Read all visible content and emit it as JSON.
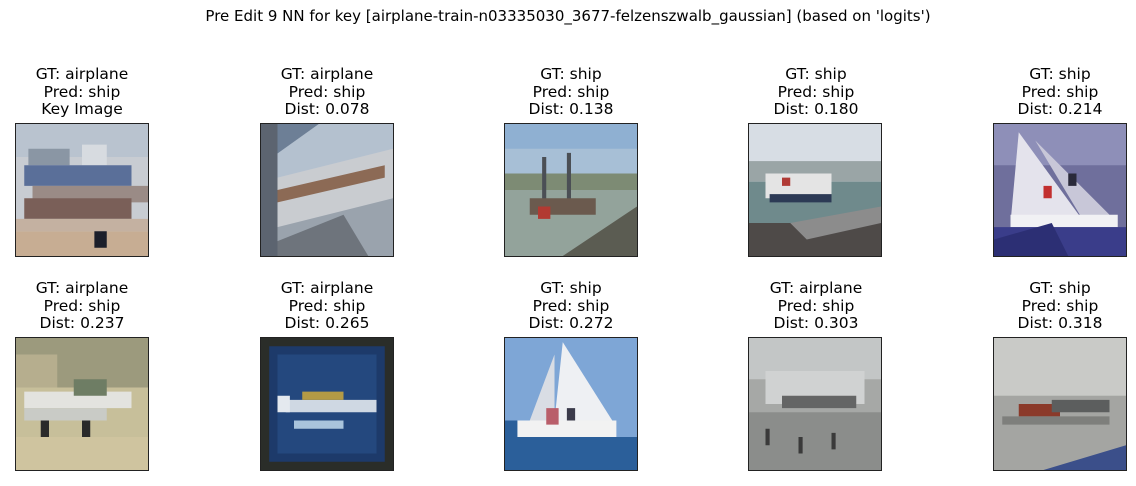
{
  "figure": {
    "title": "Pre Edit 9 NN for key [airplane-train-n03335030_3677-felzenszwalb_gaussian] (based on 'logits')"
  },
  "panels": [
    {
      "gt": "GT: airplane",
      "pred": "Pred: ship",
      "note": "Key Image",
      "scene": "airplane-key"
    },
    {
      "gt": "GT: airplane",
      "pred": "Pred: ship",
      "note": "Dist: 0.078",
      "scene": "airplane-tilted"
    },
    {
      "gt": "GT: ship",
      "pred": "Pred: ship",
      "note": "Dist: 0.138",
      "scene": "harbor"
    },
    {
      "gt": "GT: ship",
      "pred": "Pred: ship",
      "note": "Dist: 0.180",
      "scene": "ferry"
    },
    {
      "gt": "GT: ship",
      "pred": "Pred: ship",
      "note": "Dist: 0.214",
      "scene": "sailboat-purple"
    },
    {
      "gt": "GT: airplane",
      "pred": "Pred: ship",
      "note": "Dist: 0.237",
      "scene": "small-plane"
    },
    {
      "gt": "GT: airplane",
      "pred": "Pred: ship",
      "note": "Dist: 0.265",
      "scene": "seaplane-blue"
    },
    {
      "gt": "GT: ship",
      "pred": "Pred: ship",
      "note": "Dist: 0.272",
      "scene": "sailboat-white"
    },
    {
      "gt": "GT: airplane",
      "pred": "Pred: ship",
      "note": "Dist: 0.303",
      "scene": "grey-harbor"
    },
    {
      "gt": "GT: ship",
      "pred": "Pred: ship",
      "note": "Dist: 0.318",
      "scene": "grey-boats"
    }
  ]
}
